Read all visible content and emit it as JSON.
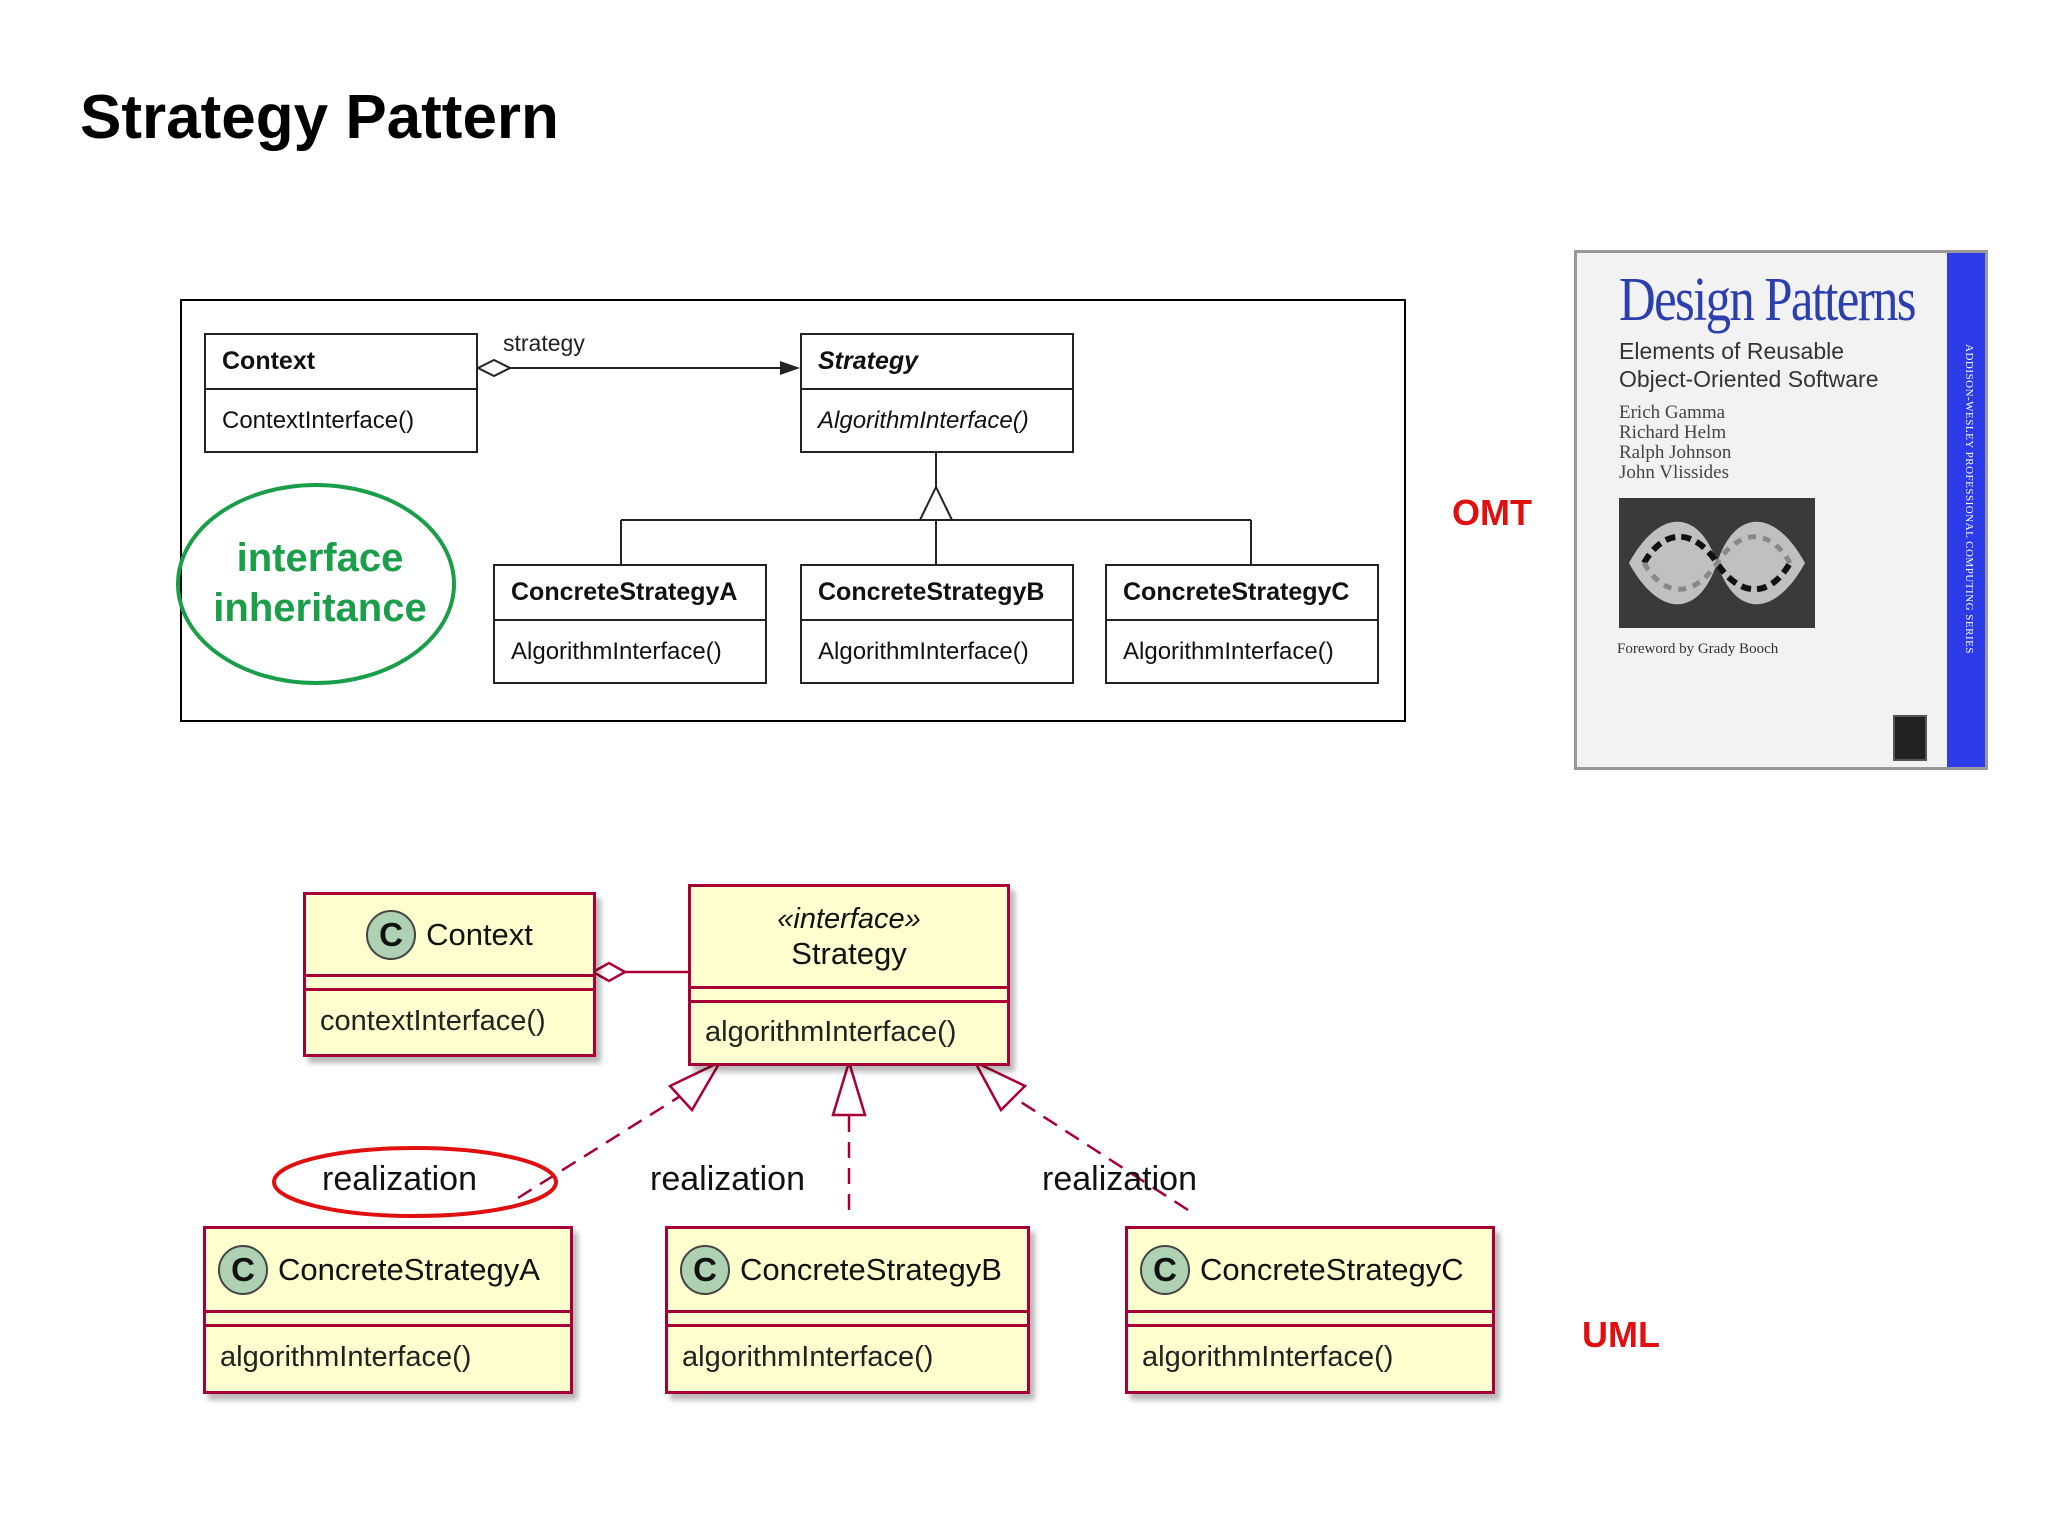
{
  "slide": {
    "title": "Strategy Pattern"
  },
  "omt": {
    "label": "OMT",
    "context": {
      "name": "Context",
      "operation": "ContextInterface()"
    },
    "association_label": "strategy",
    "strategy": {
      "name": "Strategy",
      "operation": "AlgorithmInterface()"
    },
    "concrete": [
      {
        "name": "ConcreteStrategyA",
        "operation": "AlgorithmInterface()"
      },
      {
        "name": "ConcreteStrategyB",
        "operation": "AlgorithmInterface()"
      },
      {
        "name": "ConcreteStrategyC",
        "operation": "AlgorithmInterface()"
      }
    ],
    "annotation": {
      "line1": "interface",
      "line2": "inheritance",
      "color": "#1a9e4a"
    }
  },
  "book": {
    "title": "Design Patterns",
    "subtitle_line1": "Elements of Reusable",
    "subtitle_line2": "Object-Oriented Software",
    "authors": [
      "Erich Gamma",
      "Richard Helm",
      "Ralph Johnson",
      "John Vlissides"
    ],
    "foreword": "Foreword by Grady Booch",
    "spine": "ADDISON-WESLEY PROFESSIONAL COMPUTING SERIES",
    "spine_color": "#2b3be8"
  },
  "uml": {
    "label": "UML",
    "class_badge": "C",
    "context": {
      "name": "Context",
      "method": "contextInterface()"
    },
    "strategy": {
      "stereotype": "«interface»",
      "name": "Strategy",
      "method": "algorithmInterface()"
    },
    "concrete": [
      {
        "name": "ConcreteStrategyA",
        "method": "algorithmInterface()"
      },
      {
        "name": "ConcreteStrategyB",
        "method": "algorithmInterface()"
      },
      {
        "name": "ConcreteStrategyC",
        "method": "algorithmInterface()"
      }
    ],
    "realization_labels": [
      "realization",
      "realization",
      "realization"
    ],
    "box_fill": "#fefece",
    "box_border": "#a80036",
    "highlight_color": "#e01010"
  }
}
